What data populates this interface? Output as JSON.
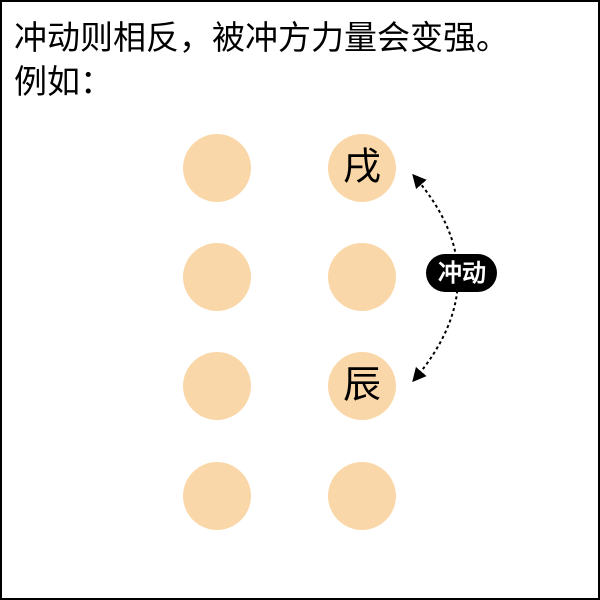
{
  "caption": {
    "line1": "冲动则相反，被冲方力量会变强。",
    "line2": "例如："
  },
  "diagram": {
    "circle_color": "#fad7a8",
    "badge_color": "#000000",
    "badge_text_color": "#ffffff",
    "arrow_color": "#000000",
    "badge_label": "冲动",
    "left_column": [
      "",
      "",
      "",
      ""
    ],
    "right_column": [
      "戌",
      "",
      "辰",
      ""
    ]
  }
}
